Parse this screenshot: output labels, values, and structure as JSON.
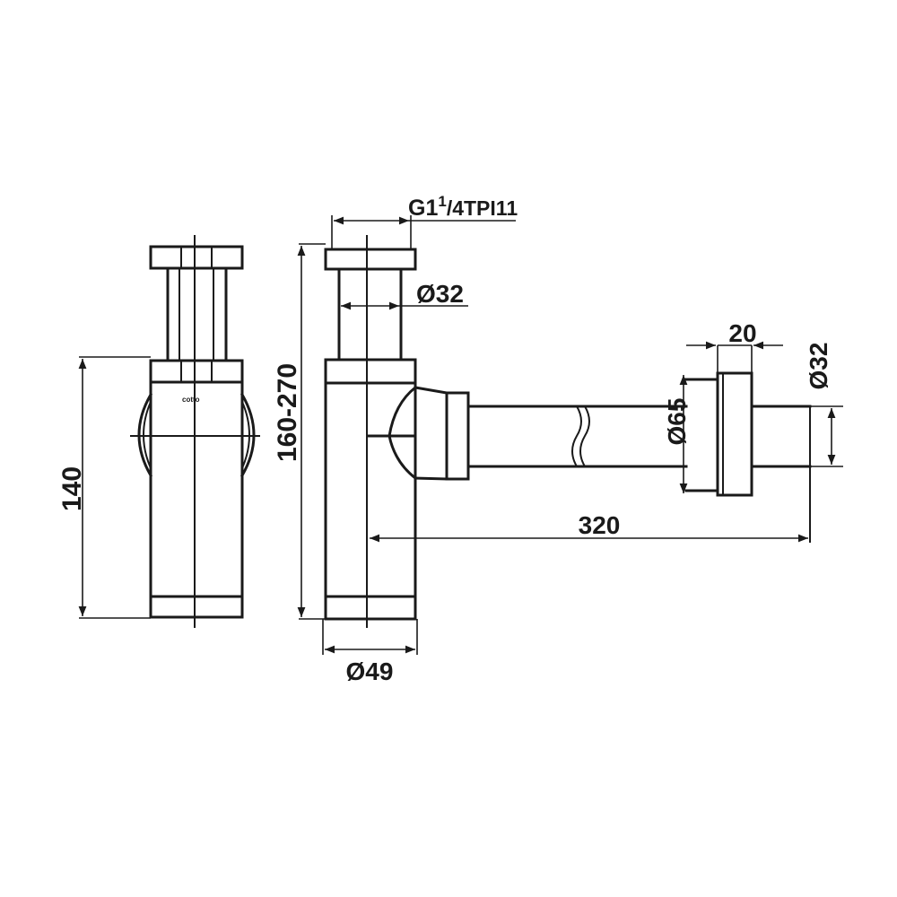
{
  "drawing": {
    "dimensions": {
      "thread": {
        "main": "G1",
        "sup": "1",
        "rest": "/4TPI11"
      },
      "inlet_diameter": "Ø32",
      "flange_width": "20",
      "outlet_diameter": "Ø32",
      "flange_diameter": "Ø65",
      "horizontal_length": "320",
      "adjustable_height": "160-270",
      "side_height": "140",
      "body_diameter": "Ø49"
    },
    "brand_mark": "cotto"
  }
}
